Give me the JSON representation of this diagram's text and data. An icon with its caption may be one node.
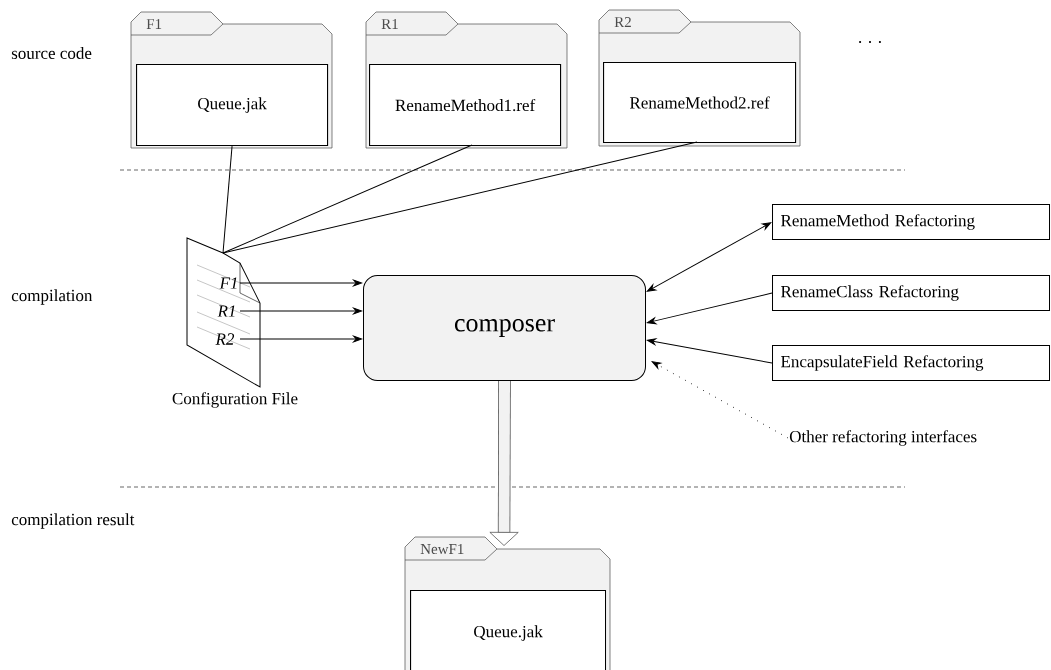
{
  "diagram": {
    "nodes": [
      {
        "text": [
          "F1"
        ]
      },
      {
        "text": [
          "Queue.jak"
        ],
        "in": 0
      },
      {
        "text": [
          "R1"
        ]
      },
      {
        "text": [
          "RenameMethod1.ref"
        ],
        "in": 2
      },
      {
        "text": [
          "R2"
        ]
      },
      {
        "text": [
          "RenameMethod2.ref"
        ],
        "in": 4
      },
      {
        "text": [
          "F1",
          "R1",
          "R2"
        ],
        "beside": [
          "Configuration File"
        ]
      },
      {
        "text": [
          "composer"
        ]
      },
      {
        "text": [
          "RenameMethod Refactoring"
        ]
      },
      {
        "text": [
          "RenameClass Refactoring"
        ]
      },
      {
        "text": [
          "EncapsulateField Refactoring"
        ]
      },
      {
        "text": [
          "Other refactoring interfaces"
        ]
      },
      {
        "text": [
          "NewF1"
        ]
      },
      {
        "text": [
          "Queue.jak"
        ],
        "in": 12
      }
    ],
    "edges": [
      {
        "from": 1,
        "to": 6,
        "arrow": "none"
      },
      {
        "from": 3,
        "to": 6,
        "arrow": "none"
      },
      {
        "from": 5,
        "to": 6,
        "arrow": "none"
      },
      {
        "from": 6,
        "to": 7,
        "arrow": "to"
      },
      {
        "from": 6,
        "to": 7,
        "arrow": "to"
      },
      {
        "from": 6,
        "to": 7,
        "arrow": "to"
      },
      {
        "from": 7,
        "to": 8,
        "arrow": "both"
      },
      {
        "from": 9,
        "to": 7,
        "arrow": "to"
      },
      {
        "from": 10,
        "to": 7,
        "arrow": "to"
      },
      {
        "from": 11,
        "to": 7,
        "arrow": "to",
        "style": "dashed"
      },
      {
        "from": 7,
        "to": 12,
        "arrow": "to",
        "style": "thick"
      }
    ],
    "labels": [
      "source code",
      ". . .",
      "compilation",
      "compilation result"
    ]
  }
}
